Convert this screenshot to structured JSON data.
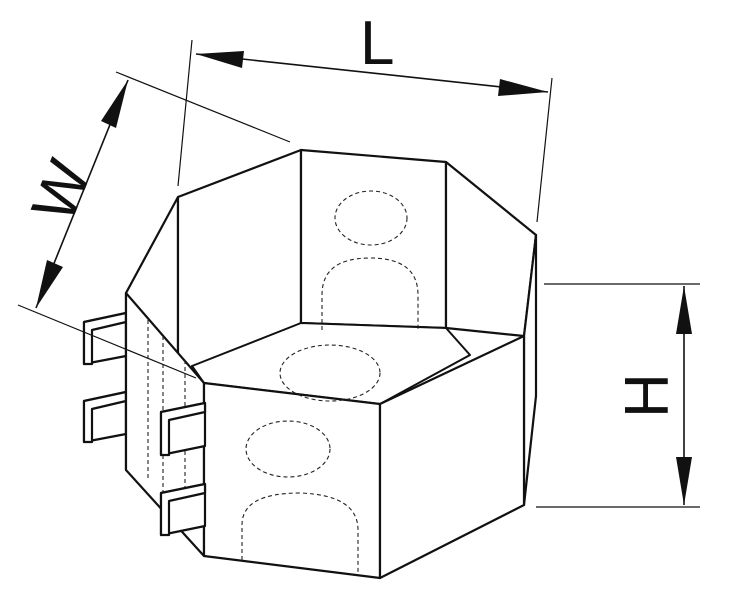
{
  "dimensions": {
    "length_label": "L",
    "width_label": "W",
    "height_label": "H"
  },
  "colors": {
    "stroke": "#111111",
    "background": "#ffffff"
  }
}
